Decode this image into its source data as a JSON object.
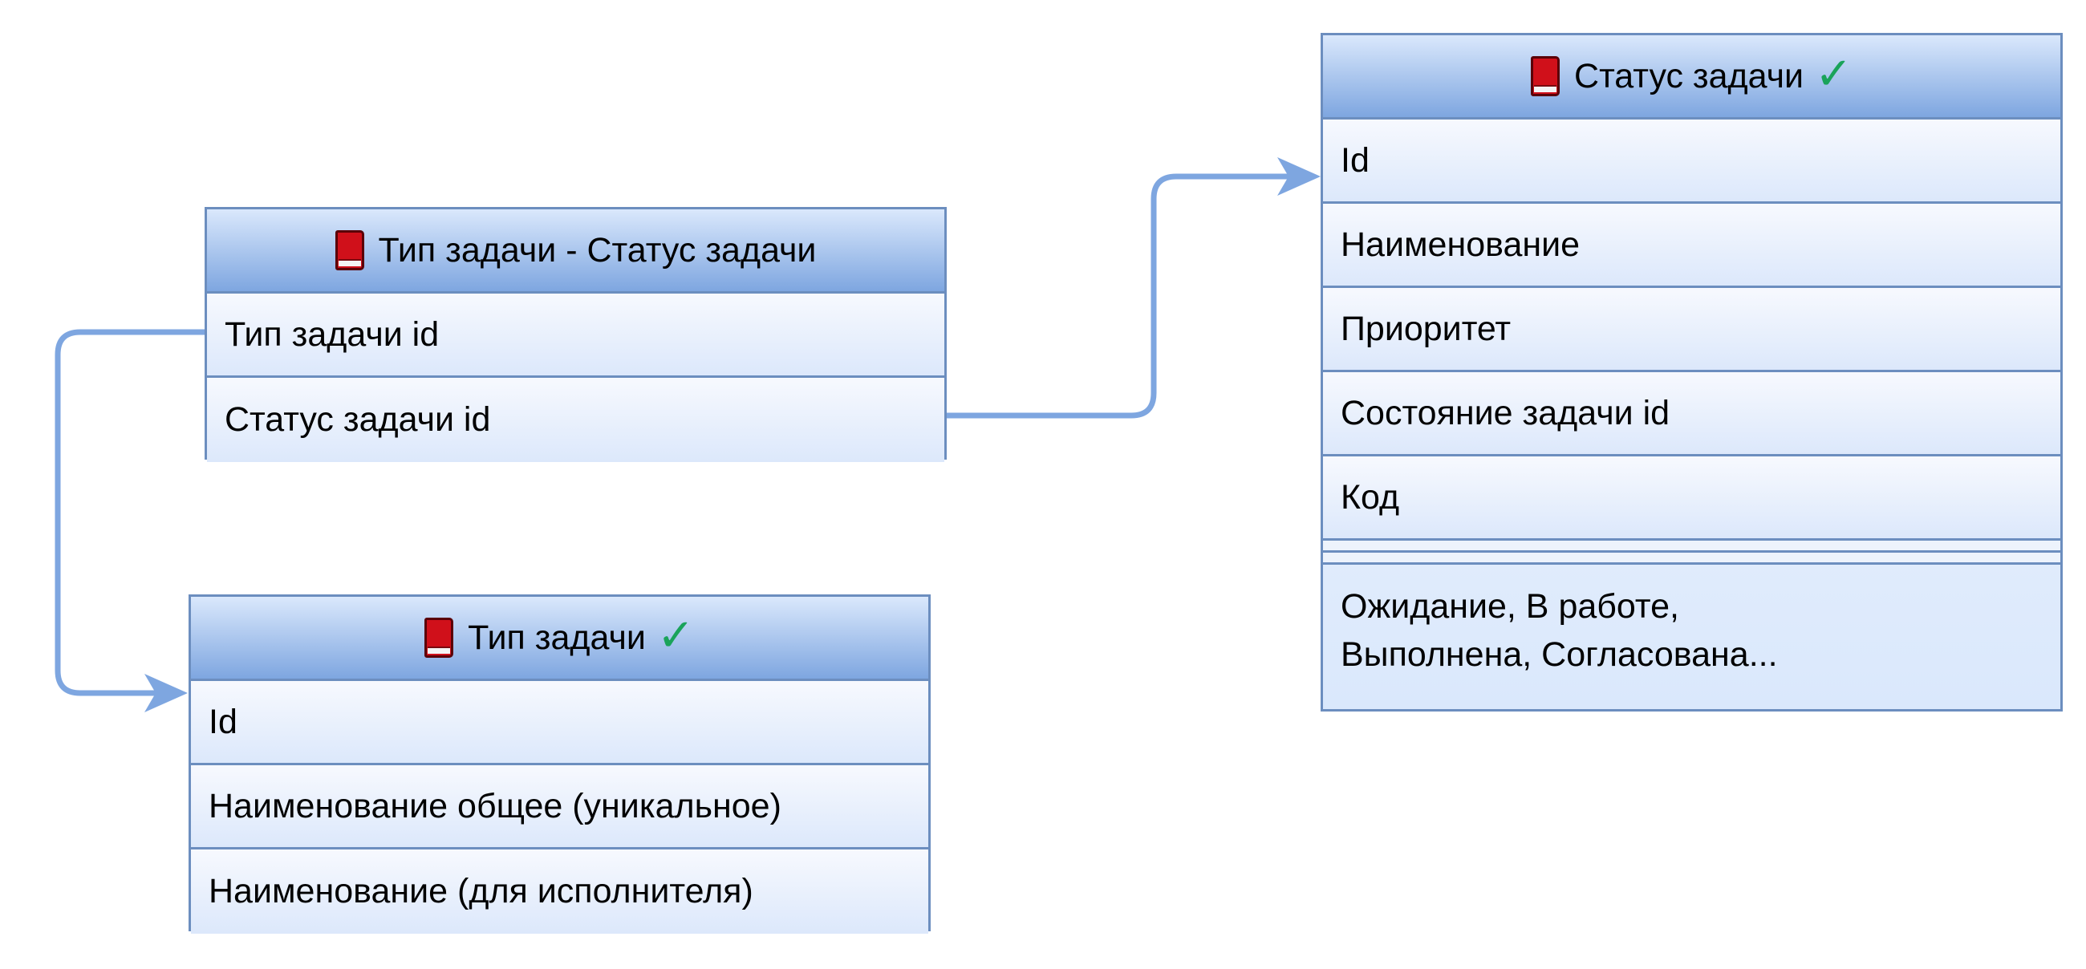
{
  "colors": {
    "border": "#6c8ebf",
    "header_top": "#dae8fc",
    "header_bottom": "#7ea6e0",
    "row_fill": "#dae8fc",
    "connector": "#7ea6e0",
    "check": "#1aa35a",
    "book": "#d0101a"
  },
  "entities": {
    "link_table": {
      "title": "Тип задачи - Статус задачи",
      "icon": "book-icon",
      "has_check": false,
      "fields": [
        "Тип задачи id",
        "Статус задачи id"
      ]
    },
    "task_type": {
      "title": "Тип задачи",
      "icon": "book-icon",
      "has_check": true,
      "check_symbol": "✓",
      "fields": [
        "Id",
        "Наименование общее (уникальное)",
        "Наименование (для исполнителя)"
      ]
    },
    "task_status": {
      "title": "Статус задачи",
      "icon": "book-icon",
      "has_check": true,
      "check_symbol": "✓",
      "fields": [
        "Id",
        "Наименование",
        "Приоритет",
        "Состояние задачи id",
        "Код"
      ],
      "note": "Ожидание, В работе,\nВыполнена, Согласована..."
    }
  },
  "relations": [
    {
      "from": "link_table.Тип задачи id",
      "to": "task_type.Id"
    },
    {
      "from": "link_table.Статус задачи id",
      "to": "task_status.Id"
    }
  ]
}
